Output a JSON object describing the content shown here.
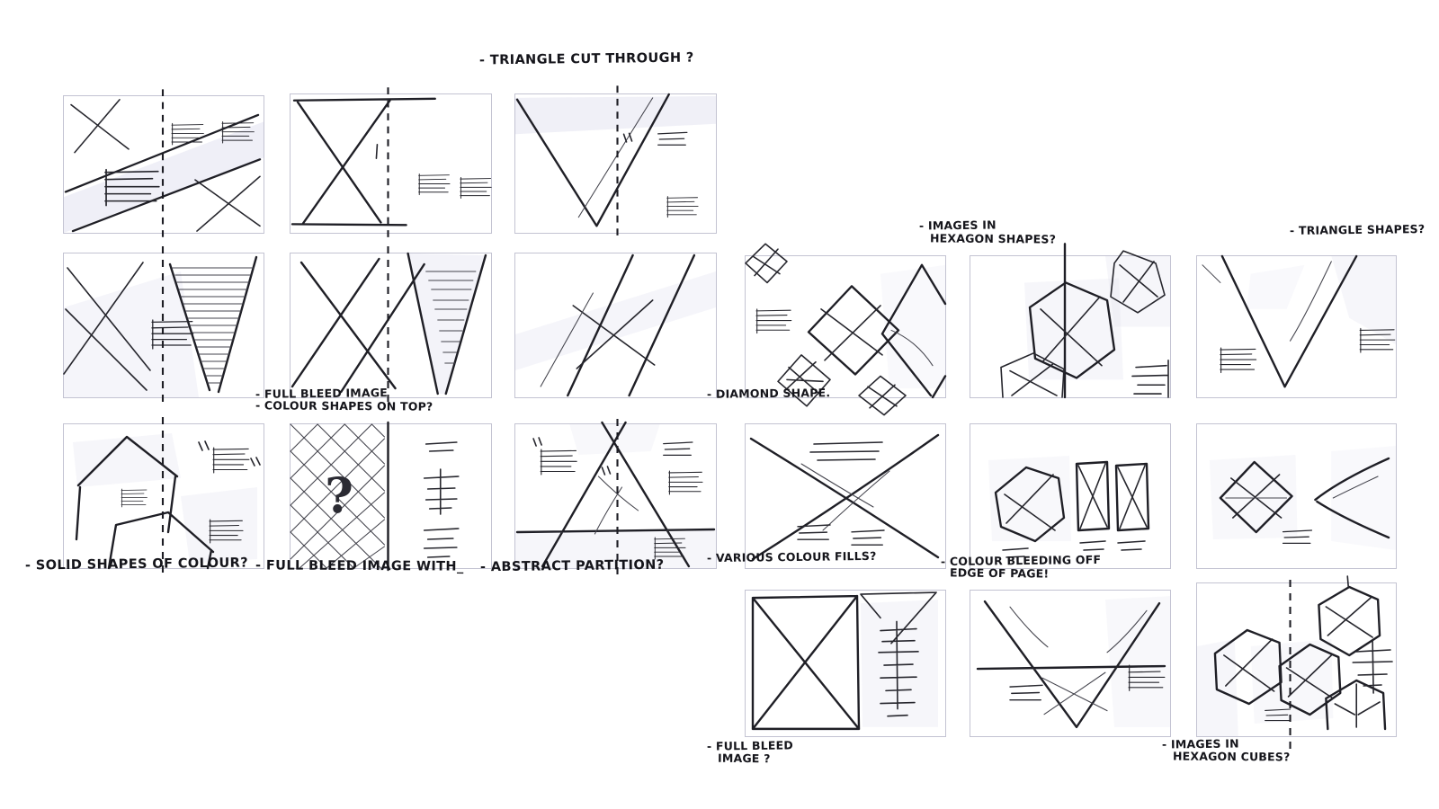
{
  "annotations": {
    "triangle_cut_through": "- TRIANGLE CUT THROUGH ?",
    "full_bleed_image": "- FULL BLEED IMAGE",
    "colour_shapes_on_top": "- COLOUR SHAPES ON TOP?",
    "solid_shapes_of_colour": "- SOLID SHAPES OF COLOUR?",
    "full_bleed_image_with": "- FULL BLEED IMAGE WITH_",
    "abstract_partition": "- ABSTRACT PARTITION?",
    "diamond_shape": "- DIAMOND SHAPE.",
    "images_in_hexagon_1": "- IMAGES IN",
    "images_in_hexagon_2": "HEXAGON SHAPES?",
    "triangle_shapes": "- TRIANGLE SHAPES?",
    "various_colour_fills": "- VARIOUS COLOUR FILLS?",
    "colour_bleeding_1": "- COLOUR BLEEDING OFF",
    "colour_bleeding_2": "EDGE OF PAGE!",
    "full_bleed_q_1": "- FULL BLEED",
    "full_bleed_q_2": "IMAGE ?",
    "images_in_hex_cubes_1": "- IMAGES IN",
    "images_in_hex_cubes_2": "HEXAGON CUBES?"
  },
  "sketch_glyphs": {
    "question_mark": "?"
  },
  "colors": {
    "ink": "#26262d",
    "marker_shade": "#e2e2f0",
    "panel_border": "#c3c3d2",
    "paper": "#ffffff"
  }
}
